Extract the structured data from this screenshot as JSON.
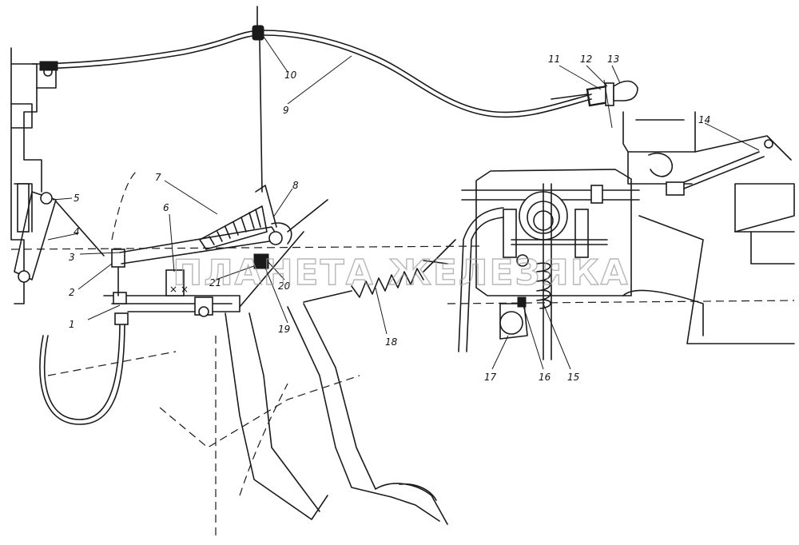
{
  "watermark": "ПЛАНЕТА ЖЕЛЕЗЯКА",
  "callouts": [
    "1",
    "2",
    "3",
    "4",
    "5",
    "6",
    "7",
    "8",
    "9",
    "10",
    "11",
    "12",
    "13",
    "14",
    "15",
    "16",
    "17",
    "18",
    "19",
    "20",
    "21"
  ]
}
